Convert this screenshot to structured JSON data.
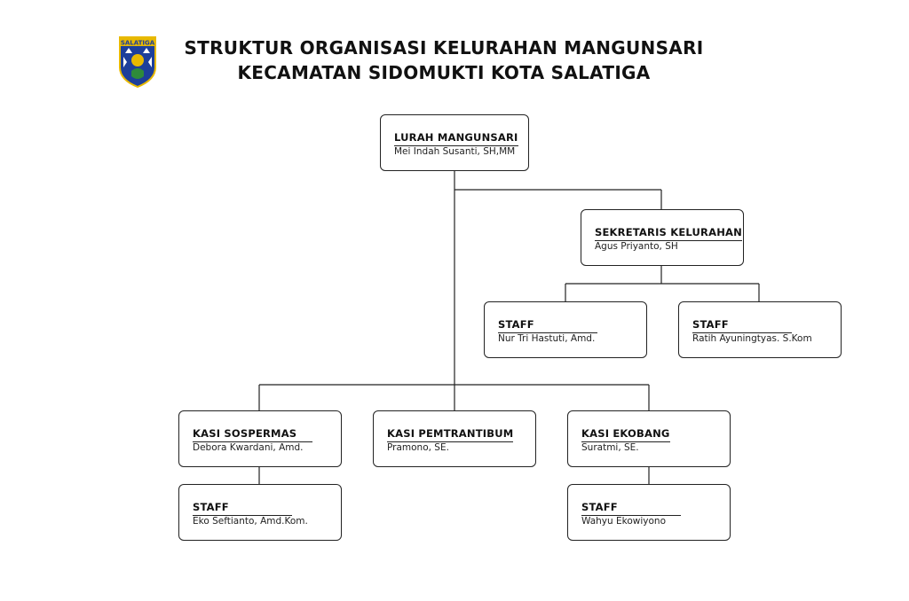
{
  "header": {
    "title_line1": "STRUKTUR ORGANISASI KELURAHAN MANGUNSARI",
    "title_line2": "KECAMATAN SIDOMUKTI KOTA SALATIGA",
    "logo_text": "SALATIGA"
  },
  "colors": {
    "line": "#222222",
    "logo_blue": "#1d3f9a",
    "logo_gold": "#e8b900",
    "logo_green": "#2e8b3a"
  },
  "nodes": {
    "lurah": {
      "title": "LURAH MANGUNSARI",
      "name": "Mei Indah Susanti, SH,MM"
    },
    "sekretaris": {
      "title": "SEKRETARIS KELURAHAN",
      "name": "Agus Priyanto, SH"
    },
    "staff_sek_1": {
      "title": "STAFF",
      "name": "Nur Tri Hastuti, Amd."
    },
    "staff_sek_2": {
      "title": "STAFF",
      "name": "Ratih Ayuningtyas. S.Kom"
    },
    "kasi_sospermas": {
      "title": "KASI  SOSPERMAS",
      "name": "Debora Kwardani, Amd."
    },
    "kasi_pemtrantibum": {
      "title": "KASI PEMTRANTIBUM",
      "name": "Pramono, SE."
    },
    "kasi_ekobang": {
      "title": "KASI  EKOBANG",
      "name": "Suratmi, SE."
    },
    "staff_sospermas": {
      "title": "STAFF",
      "name": "Eko Seftianto, Amd.Kom."
    },
    "staff_ekobang": {
      "title": "STAFF",
      "name": "Wahyu Ekowiyono"
    }
  }
}
